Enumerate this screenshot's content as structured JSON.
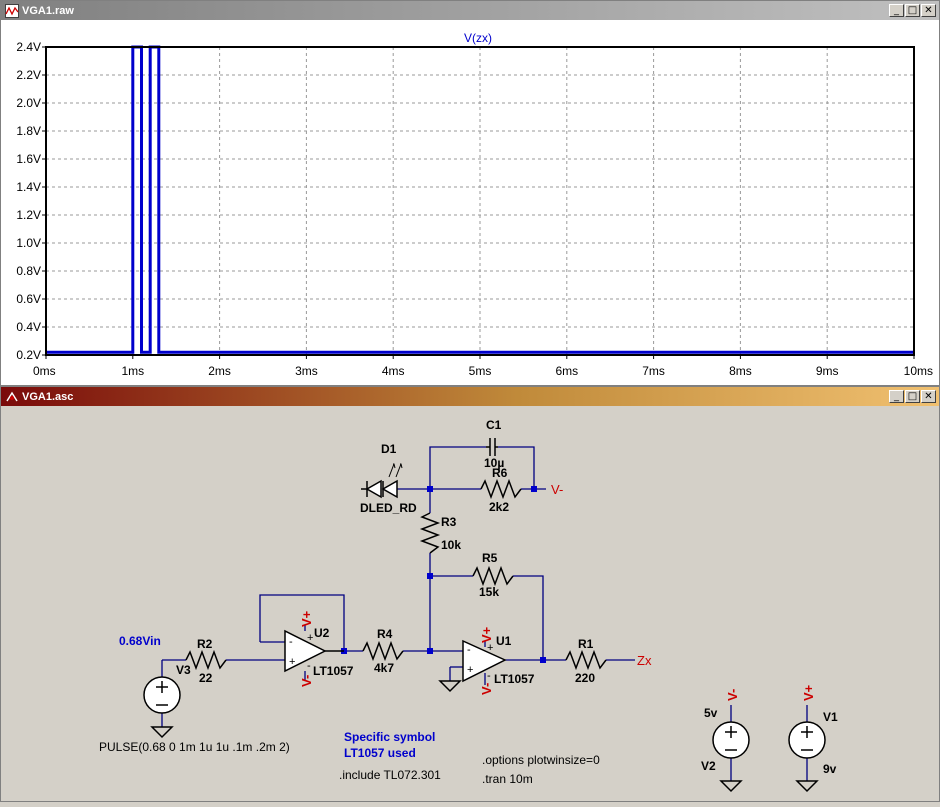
{
  "windows": {
    "plot": {
      "title": "VGA1.raw"
    },
    "schematic": {
      "title": "VGA1.asc"
    }
  },
  "window_buttons": {
    "minimize": "_",
    "maximize": "□",
    "close": "✕"
  },
  "chart_data": {
    "type": "line",
    "title": "V(zx)",
    "xlabel": "",
    "ylabel": "",
    "x_ticks": [
      "0ms",
      "1ms",
      "2ms",
      "3ms",
      "4ms",
      "5ms",
      "6ms",
      "7ms",
      "8ms",
      "9ms",
      "10ms"
    ],
    "y_ticks": [
      "0.2V",
      "0.4V",
      "0.6V",
      "0.8V",
      "1.0V",
      "1.2V",
      "1.4V",
      "1.6V",
      "1.8V",
      "2.0V",
      "2.2V",
      "2.4V"
    ],
    "xlim_ms": [
      0,
      10
    ],
    "ylim_V": [
      0.2,
      2.4
    ],
    "grid": true,
    "series": [
      {
        "name": "V(zx)",
        "color": "#0000cc",
        "x_ms": [
          0,
          1.0,
          1.0,
          1.1,
          1.1,
          1.2,
          1.2,
          1.3,
          1.3,
          10
        ],
        "y_V": [
          0.22,
          0.22,
          2.4,
          2.4,
          0.22,
          0.22,
          2.4,
          2.4,
          0.22,
          0.22
        ]
      }
    ]
  },
  "schematic": {
    "components": {
      "d1": {
        "ref": "D1",
        "value": "DLED_RD"
      },
      "c1": {
        "ref": "C1",
        "value": "10µ"
      },
      "r6": {
        "ref": "R6",
        "value": "2k2"
      },
      "r3": {
        "ref": "R3",
        "value": "10k"
      },
      "r5": {
        "ref": "R5",
        "value": "15k"
      },
      "r4": {
        "ref": "R4",
        "value": "4k7"
      },
      "r2": {
        "ref": "R2",
        "value": "22"
      },
      "r1": {
        "ref": "R1",
        "value": "220"
      },
      "u1": {
        "ref": "U1",
        "value": "LT1057"
      },
      "u2": {
        "ref": "U2",
        "value": "LT1057"
      },
      "v1": {
        "ref": "V1",
        "value": "9v"
      },
      "v2": {
        "ref": "V2",
        "value": "5v"
      },
      "v3": {
        "ref": "V3",
        "value": "PULSE(0.68 0 1m 1u 1u .1m .2m 2)"
      }
    },
    "net_labels": {
      "vminus": "V-",
      "vplus": "V+",
      "zx": "Zx"
    },
    "opamp_pins": {
      "minus": "-",
      "plus": "+"
    },
    "comments": {
      "vin": "0.68Vin",
      "symbol_1": "Specific symbol",
      "symbol_2": "LT1057 used"
    },
    "directives": {
      "include": ".include TL072.301",
      "options": ".options plotwinsize=0",
      "tran": ".tran 10m"
    },
    "colors": {
      "wire": "#000080",
      "component": "#000000",
      "label": "#cc0000",
      "comment": "#0000cc"
    }
  }
}
